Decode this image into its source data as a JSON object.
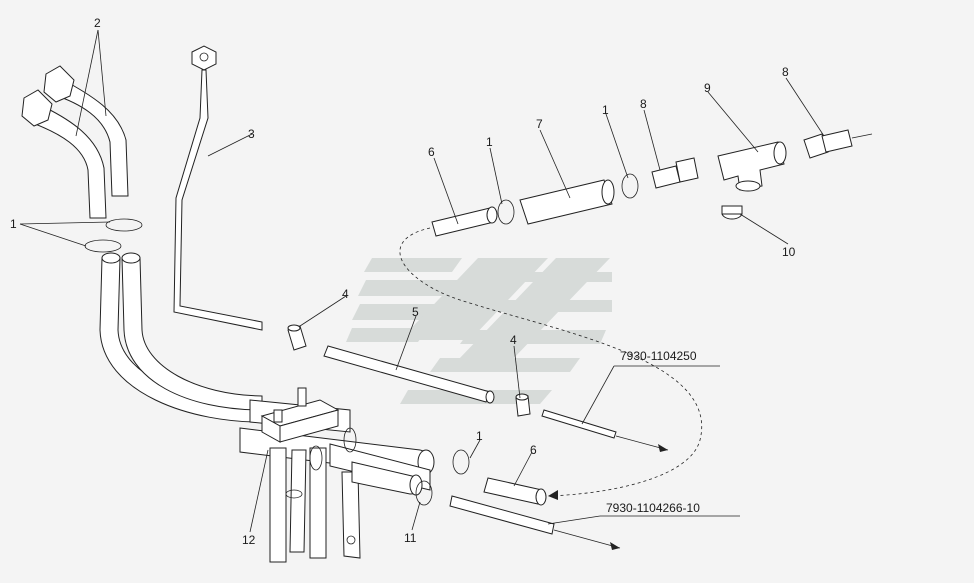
{
  "labels": {
    "p1": "1",
    "p2": "2",
    "p3": "3",
    "p4": "4",
    "p5": "5",
    "p6": "6",
    "p7": "7",
    "p8": "8",
    "p9": "9",
    "p10": "10",
    "p11": "11",
    "p12": "12"
  },
  "references": {
    "ref_a": "7930-1104250",
    "ref_b": "7930-1104266-10"
  },
  "colors": {
    "line": "#222222",
    "watermark": "#d7dbd9",
    "background": "#f4f4f4"
  }
}
